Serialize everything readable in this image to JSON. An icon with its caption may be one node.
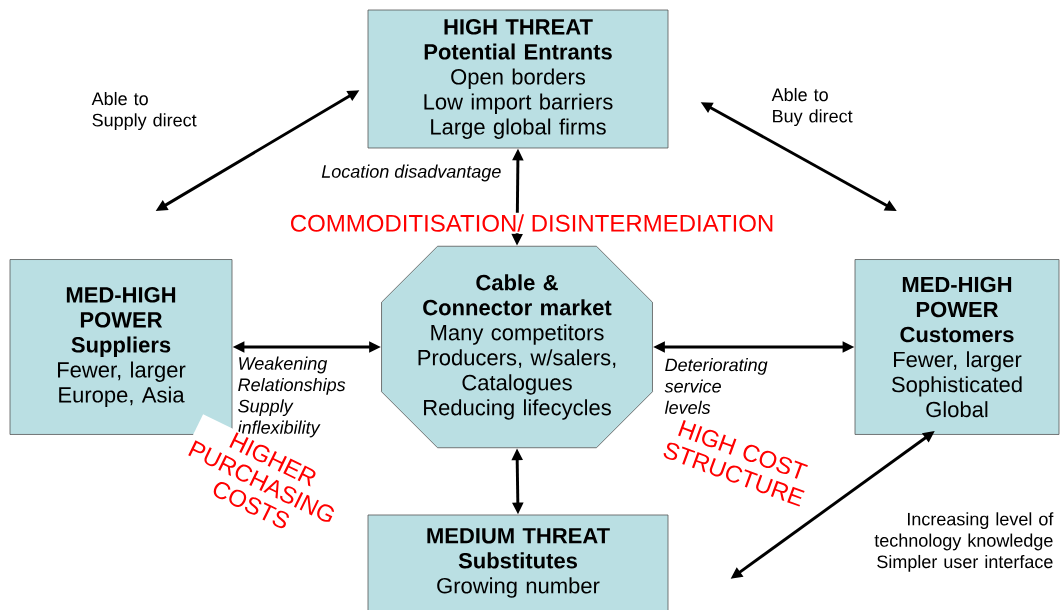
{
  "diagram": {
    "nodes": [
      {
        "text": [
          "HIGH THREAT Potential Entrants",
          "Open borders",
          "Low import barriers",
          "Large global firms"
        ]
      },
      {
        "text": [
          "MED-HIGH POWER Suppliers",
          "Fewer, larger",
          "Europe, Asia"
        ]
      },
      {
        "text": [
          "Cable & Connector market",
          "Many competitors",
          "Producers, w/salers,",
          "Catalogues",
          "Reducing lifecycles"
        ]
      },
      {
        "text": [
          "MED-HIGH POWER Customers",
          "Fewer, larger",
          "Sophisticated",
          "Global"
        ]
      },
      {
        "text": [
          "MEDIUM THREAT Substitutes",
          "Growing number"
        ]
      }
    ],
    "edges": [
      {
        "from": 0,
        "to": 2,
        "arrow": "both",
        "label": "Location disadvantage"
      },
      {
        "from": 1,
        "to": 2,
        "arrow": "both",
        "label": "Weakening Relationships Supply inflexibility"
      },
      {
        "from": 2,
        "to": 3,
        "arrow": "both",
        "label": "Deteriorating service levels"
      },
      {
        "from": 2,
        "to": 4,
        "arrow": "both"
      },
      {
        "from": 1,
        "to": 0,
        "arrow": "both",
        "label": "Able to Supply direct"
      },
      {
        "from": 0,
        "to": 3,
        "arrow": "both",
        "label": "Able to Buy direct"
      },
      {
        "from": 3,
        "to": 4,
        "arrow": "both",
        "label": "Increasing level of technology knowledge Simpler user interface"
      }
    ],
    "labels": [
      "COMMODITISATION/ DISINTERMEDIATION",
      "HIGHER PURCHASING COSTS",
      "HIGH COST STRUCTURE"
    ]
  }
}
